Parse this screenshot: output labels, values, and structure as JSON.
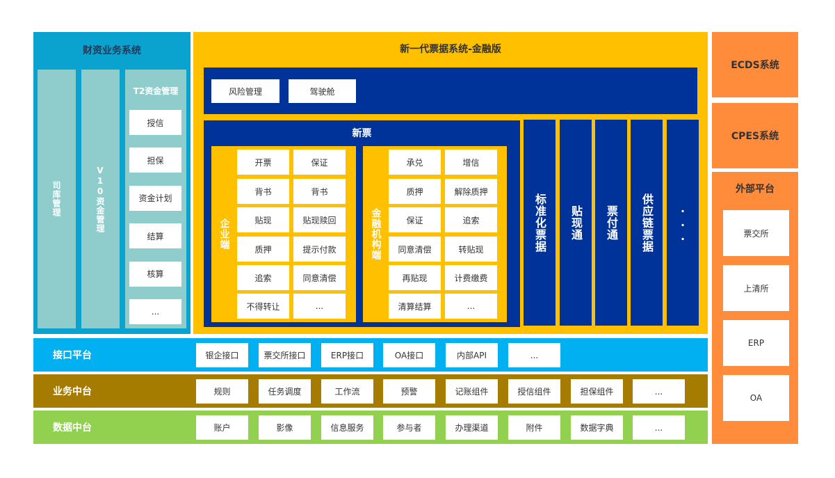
{
  "finance": {
    "title": "财资业务系统",
    "col1": "司库管理",
    "col2": "V10资金管理",
    "t2": {
      "title": "T2资金管理",
      "items": [
        "授信",
        "担保",
        "资金计划",
        "结算",
        "核算",
        "..."
      ]
    }
  },
  "bill": {
    "title": "新一代票据系统-金融版",
    "top_items": [
      "风险管理",
      "驾驶舱"
    ],
    "new_bill": {
      "title": "新票",
      "enterprise": {
        "label": "企业端",
        "items": [
          "开票",
          "保证",
          "背书",
          "背书",
          "贴现",
          "贴现赎回",
          "质押",
          "提示付款",
          "追索",
          "同意清偿",
          "不得转让",
          "..."
        ]
      },
      "institution": {
        "label": "金融机构端",
        "items": [
          "承兑",
          "增信",
          "质押",
          "解除质押",
          "保证",
          "追索",
          "同意清偿",
          "转贴现",
          "再贴现",
          "计费缴费",
          "清算结算",
          "..."
        ]
      }
    },
    "columns": [
      "标准化票据",
      "贴现通",
      "票付通",
      "供应链票据",
      "..."
    ]
  },
  "layers": [
    {
      "label": "接口平台",
      "items": [
        "银企接口",
        "票交所接口",
        "ERP接口",
        "OA接口",
        "内部API",
        "..."
      ],
      "color": "#00b0f0"
    },
    {
      "label": "业务中台",
      "items": [
        "规则",
        "任务调度",
        "工作流",
        "预警",
        "记账组件",
        "授信组件",
        "担保组件",
        "..."
      ],
      "color": "#a67c00"
    },
    {
      "label": "数据中台",
      "items": [
        "账户",
        "影像",
        "信息服务",
        "参与者",
        "办理渠道",
        "附件",
        "数据字典",
        "..."
      ],
      "color": "#92d050"
    }
  ],
  "right": {
    "ecds": "ECDS系统",
    "cpes": "CPES系统",
    "external": {
      "title": "外部平台",
      "items": [
        "票交所",
        "上清所",
        "ERP",
        "OA"
      ]
    }
  }
}
